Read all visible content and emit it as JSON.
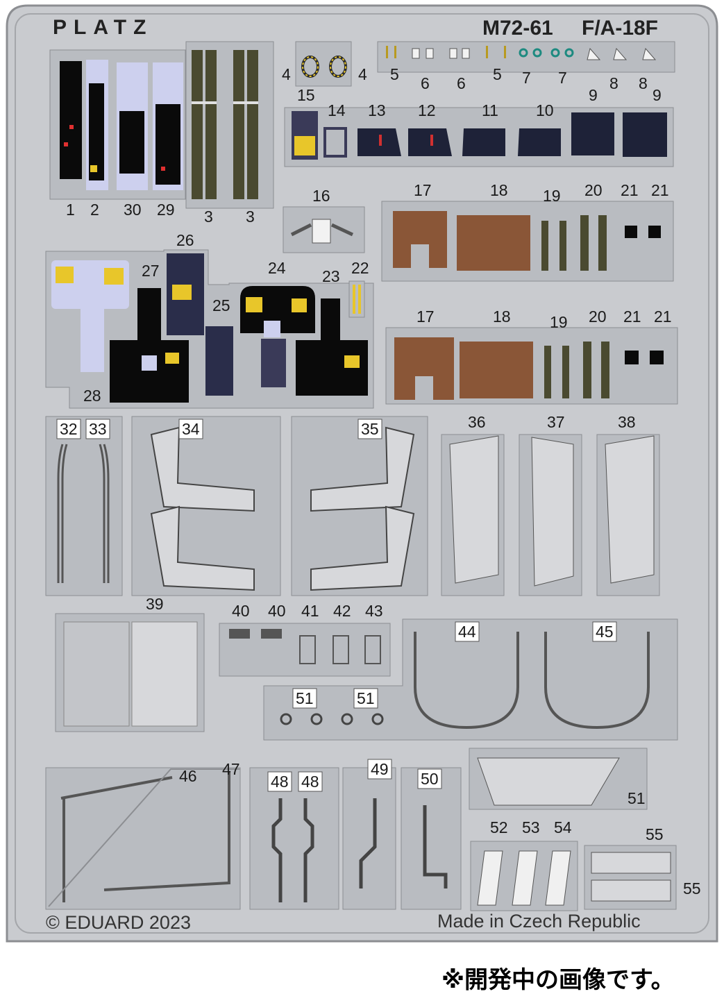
{
  "header": {
    "brand": "PLATZ",
    "kit_code": "M72-61",
    "aircraft": "F/A-18F"
  },
  "footer": {
    "copyright": "© EDUARD 2023",
    "origin": "Made in Czech Republic"
  },
  "note": "※開発中の画像です。",
  "colors": {
    "fret": "#c9cbcf",
    "fret_edge": "#8c8e92",
    "panel_black": "#0a0a0a",
    "panel_lilac": "#cdd0ee",
    "cushion_brown": "#8a5637",
    "strap_olive": "#4a4a30",
    "teal_ring": "#1d8a80",
    "yellow_detail": "#e8c62a"
  },
  "parts": [
    {
      "id": "p1",
      "label": "1"
    },
    {
      "id": "p2",
      "label": "2"
    },
    {
      "id": "p30",
      "label": "30"
    },
    {
      "id": "p29",
      "label": "29"
    },
    {
      "id": "p3a",
      "label": "3"
    },
    {
      "id": "p3b",
      "label": "3"
    },
    {
      "id": "p4a",
      "label": "4"
    },
    {
      "id": "p4b",
      "label": "4"
    },
    {
      "id": "p5a",
      "label": "5"
    },
    {
      "id": "p6a",
      "label": "6"
    },
    {
      "id": "p6b",
      "label": "6"
    },
    {
      "id": "p5b",
      "label": "5"
    },
    {
      "id": "p7a",
      "label": "7"
    },
    {
      "id": "p7b",
      "label": "7"
    },
    {
      "id": "p8a",
      "label": "8"
    },
    {
      "id": "p8b",
      "label": "8"
    },
    {
      "id": "p9a",
      "label": "9"
    },
    {
      "id": "p9b",
      "label": "9"
    },
    {
      "id": "p15",
      "label": "15"
    },
    {
      "id": "p14",
      "label": "14"
    },
    {
      "id": "p13",
      "label": "13"
    },
    {
      "id": "p12",
      "label": "12"
    },
    {
      "id": "p11",
      "label": "11"
    },
    {
      "id": "p10",
      "label": "10"
    },
    {
      "id": "p16",
      "label": "16"
    },
    {
      "id": "p17a",
      "label": "17"
    },
    {
      "id": "p18a",
      "label": "18"
    },
    {
      "id": "p19a",
      "label": "19"
    },
    {
      "id": "p20a",
      "label": "20"
    },
    {
      "id": "p21a",
      "label": "21"
    },
    {
      "id": "p21b",
      "label": "21"
    },
    {
      "id": "p26",
      "label": "26"
    },
    {
      "id": "p27",
      "label": "27"
    },
    {
      "id": "p24",
      "label": "24"
    },
    {
      "id": "p23",
      "label": "23"
    },
    {
      "id": "p22",
      "label": "22"
    },
    {
      "id": "p25",
      "label": "25"
    },
    {
      "id": "p28",
      "label": "28"
    },
    {
      "id": "p17b",
      "label": "17"
    },
    {
      "id": "p18b",
      "label": "18"
    },
    {
      "id": "p19b",
      "label": "19"
    },
    {
      "id": "p20b",
      "label": "20"
    },
    {
      "id": "p21c",
      "label": "21"
    },
    {
      "id": "p21d",
      "label": "21"
    },
    {
      "id": "p32",
      "label": "32"
    },
    {
      "id": "p33",
      "label": "33"
    },
    {
      "id": "p34",
      "label": "34"
    },
    {
      "id": "p35",
      "label": "35"
    },
    {
      "id": "p36",
      "label": "36"
    },
    {
      "id": "p37",
      "label": "37"
    },
    {
      "id": "p38",
      "label": "38"
    },
    {
      "id": "p39",
      "label": "39"
    },
    {
      "id": "p40a",
      "label": "40"
    },
    {
      "id": "p40b",
      "label": "40"
    },
    {
      "id": "p41",
      "label": "41"
    },
    {
      "id": "p42",
      "label": "42"
    },
    {
      "id": "p43",
      "label": "43"
    },
    {
      "id": "p44",
      "label": "44"
    },
    {
      "id": "p45",
      "label": "45"
    },
    {
      "id": "p51a",
      "label": "51"
    },
    {
      "id": "p51b",
      "label": "51"
    },
    {
      "id": "p51c",
      "label": "51"
    },
    {
      "id": "p46",
      "label": "46"
    },
    {
      "id": "p47",
      "label": "47"
    },
    {
      "id": "p48a",
      "label": "48"
    },
    {
      "id": "p48b",
      "label": "48"
    },
    {
      "id": "p49",
      "label": "49"
    },
    {
      "id": "p50",
      "label": "50"
    },
    {
      "id": "p52",
      "label": "52"
    },
    {
      "id": "p53",
      "label": "53"
    },
    {
      "id": "p54",
      "label": "54"
    },
    {
      "id": "p55a",
      "label": "55"
    },
    {
      "id": "p55b",
      "label": "55"
    }
  ]
}
